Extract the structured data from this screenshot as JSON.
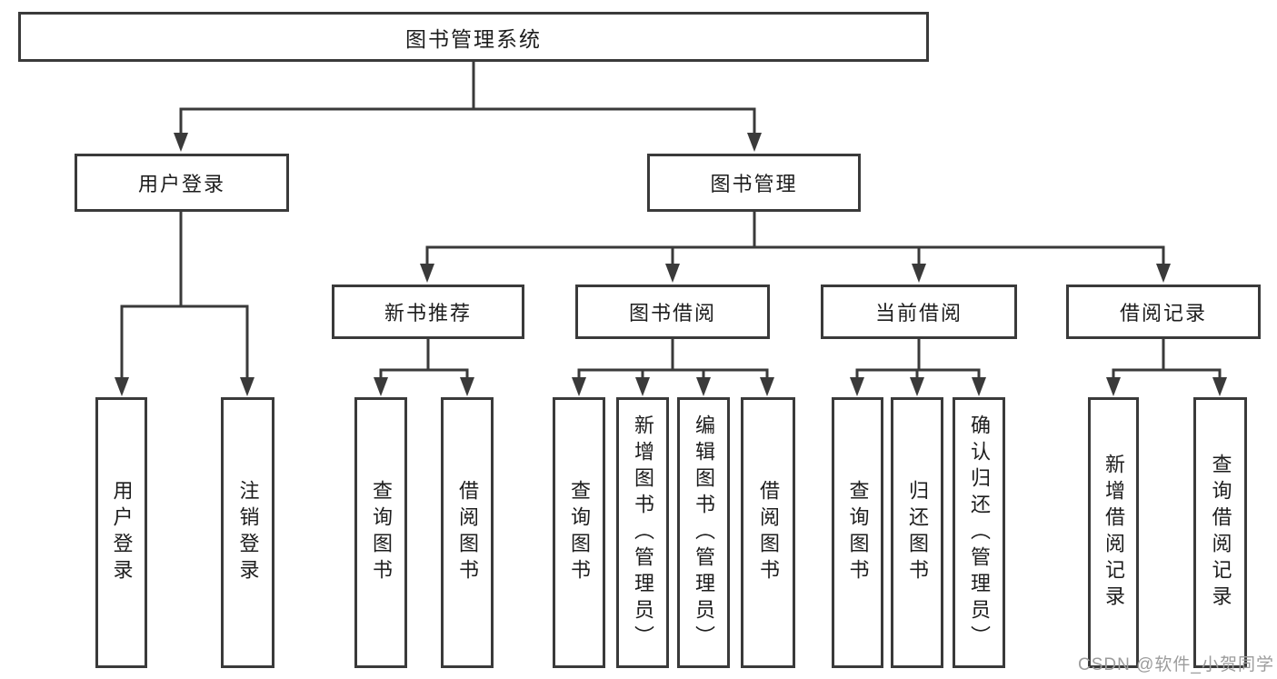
{
  "colors": {
    "line": "#3a3a3a",
    "text": "#1d1d1d",
    "watermark": "#9c9c9c",
    "bg": "#ffffff"
  },
  "watermark": "CSDN @软件_小贺同学",
  "tree": {
    "root": {
      "label": "图书管理系统"
    },
    "branches": [
      {
        "label": "用户登录",
        "children": [
          {
            "label": "用户登录"
          },
          {
            "label": "注销登录"
          }
        ]
      },
      {
        "label": "图书管理",
        "modules": [
          {
            "label": "新书推荐",
            "children": [
              {
                "label": "查询图书"
              },
              {
                "label": "借阅图书"
              }
            ]
          },
          {
            "label": "图书借阅",
            "children": [
              {
                "label": "查询图书"
              },
              {
                "label": "新增图书（管理员）"
              },
              {
                "label": "编辑图书（管理员）"
              },
              {
                "label": "借阅图书"
              }
            ]
          },
          {
            "label": "当前借阅",
            "children": [
              {
                "label": "查询图书"
              },
              {
                "label": "归还图书"
              },
              {
                "label": "确认归还（管理员）"
              }
            ]
          },
          {
            "label": "借阅记录",
            "children": [
              {
                "label": "新增借阅记录"
              },
              {
                "label": "查询借阅记录"
              }
            ]
          }
        ]
      }
    ]
  }
}
